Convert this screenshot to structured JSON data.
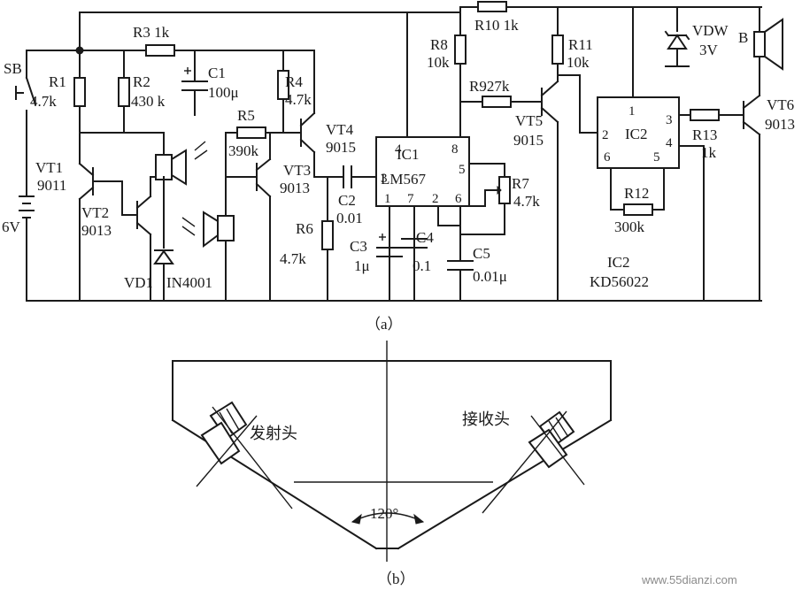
{
  "figure_a": {
    "caption": "（a）",
    "switch": "SB",
    "battery": "6V",
    "R1": {
      "name": "R1",
      "value": "4.7k"
    },
    "R2": {
      "name": "R2",
      "value": "430 k"
    },
    "R3": "R3  1k",
    "R4": {
      "name": "R4",
      "value": "4.7k"
    },
    "R5": {
      "name": "R5",
      "value": "390k"
    },
    "R6": {
      "name": "R6",
      "value": "4.7k"
    },
    "R7": {
      "name": "R7",
      "value": "4.7k"
    },
    "R8": {
      "name": "R8",
      "value": "10k"
    },
    "R9": "R927k",
    "R10": "R10  1k",
    "R11": {
      "name": "R11",
      "value": "10k"
    },
    "R12": {
      "name": "R12",
      "value": "300k"
    },
    "R13": {
      "name": "R13",
      "value": "1k"
    },
    "C1": {
      "name": "C1",
      "value": "100μ"
    },
    "C2": {
      "name": "C2",
      "value": "0.01"
    },
    "C3": {
      "name": "C3",
      "value": "1μ"
    },
    "C4": {
      "name": "C4",
      "value": "0.1"
    },
    "C5": {
      "name": "C5",
      "value": "0.01μ"
    },
    "VT1": {
      "name": "VT1",
      "value": "9011"
    },
    "VT2": {
      "name": "VT2",
      "value": "9013"
    },
    "VT3": {
      "name": "VT3",
      "value": "9013"
    },
    "VT4": {
      "name": "VT4",
      "value": "9015"
    },
    "VT5": {
      "name": "VT5",
      "value": "9015"
    },
    "VT6": {
      "name": "VT6",
      "value": "9013"
    },
    "VD1": "VD1",
    "VD1_type": "IN4001",
    "VDW": {
      "name": "VDW",
      "value": "3V"
    },
    "speaker": "B",
    "IC1": {
      "name": "IC1",
      "type": "LM567",
      "pins": [
        "4",
        "8",
        "5",
        "3",
        "1",
        "7",
        "2",
        "6"
      ]
    },
    "IC2": {
      "name": "IC2",
      "type": "KD56022",
      "pins": [
        "1",
        "2",
        "3",
        "4",
        "5",
        "6"
      ],
      "caption": "IC2"
    }
  },
  "figure_b": {
    "caption": "（b）",
    "transmitter": "发射头",
    "receiver": "接收头",
    "angle": "120°"
  },
  "watermark": "www.55dianzi.com"
}
